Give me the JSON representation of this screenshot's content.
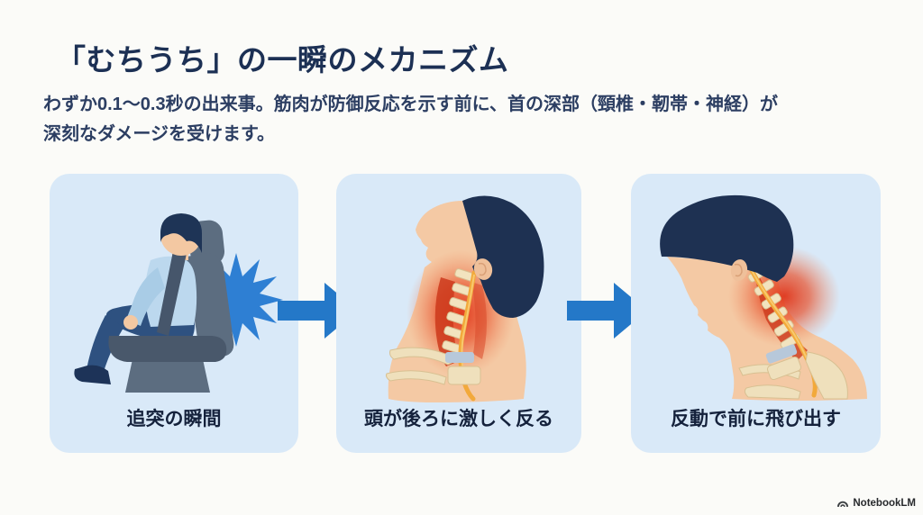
{
  "page": {
    "background_color": "#fbfbf8",
    "panel_background_color": "#d9e9f8",
    "accent_arrow_color": "#2478c8",
    "title_color": "#1c3054",
    "body_text_color": "#2c3e62",
    "caption_color": "#15223c",
    "impact_burst_color": "#2e7fd3",
    "injury_glow_color": "#e34a24",
    "bone_color": "#f2e3bf",
    "nerve_color": "#f2a93b",
    "hair_color": "#1e3152",
    "skin_color": "#f4c9a4",
    "seat_color": "#5c6d80"
  },
  "header": {
    "title": "「むちうち」の一瞬のメカニズム",
    "subtitle_line1": "わずか0.1〜0.3秒の出来事。筋肉が防御反応を示す前に、首の深部（頸椎・靭帯・神経）が",
    "subtitle_line2": "深刻なダメージを受けます。"
  },
  "steps": [
    {
      "caption": "追突の瞬間",
      "illustration": "person-seated-in-car-seat-with-impact-burst"
    },
    {
      "caption": "頭が後ろに激しく反る",
      "illustration": "head-snapped-backward-neck-anatomy"
    },
    {
      "caption": "反動で前に飛び出す",
      "illustration": "head-thrown-forward-neck-anatomy"
    }
  ],
  "footer": {
    "watermark": "NotebookLM"
  }
}
